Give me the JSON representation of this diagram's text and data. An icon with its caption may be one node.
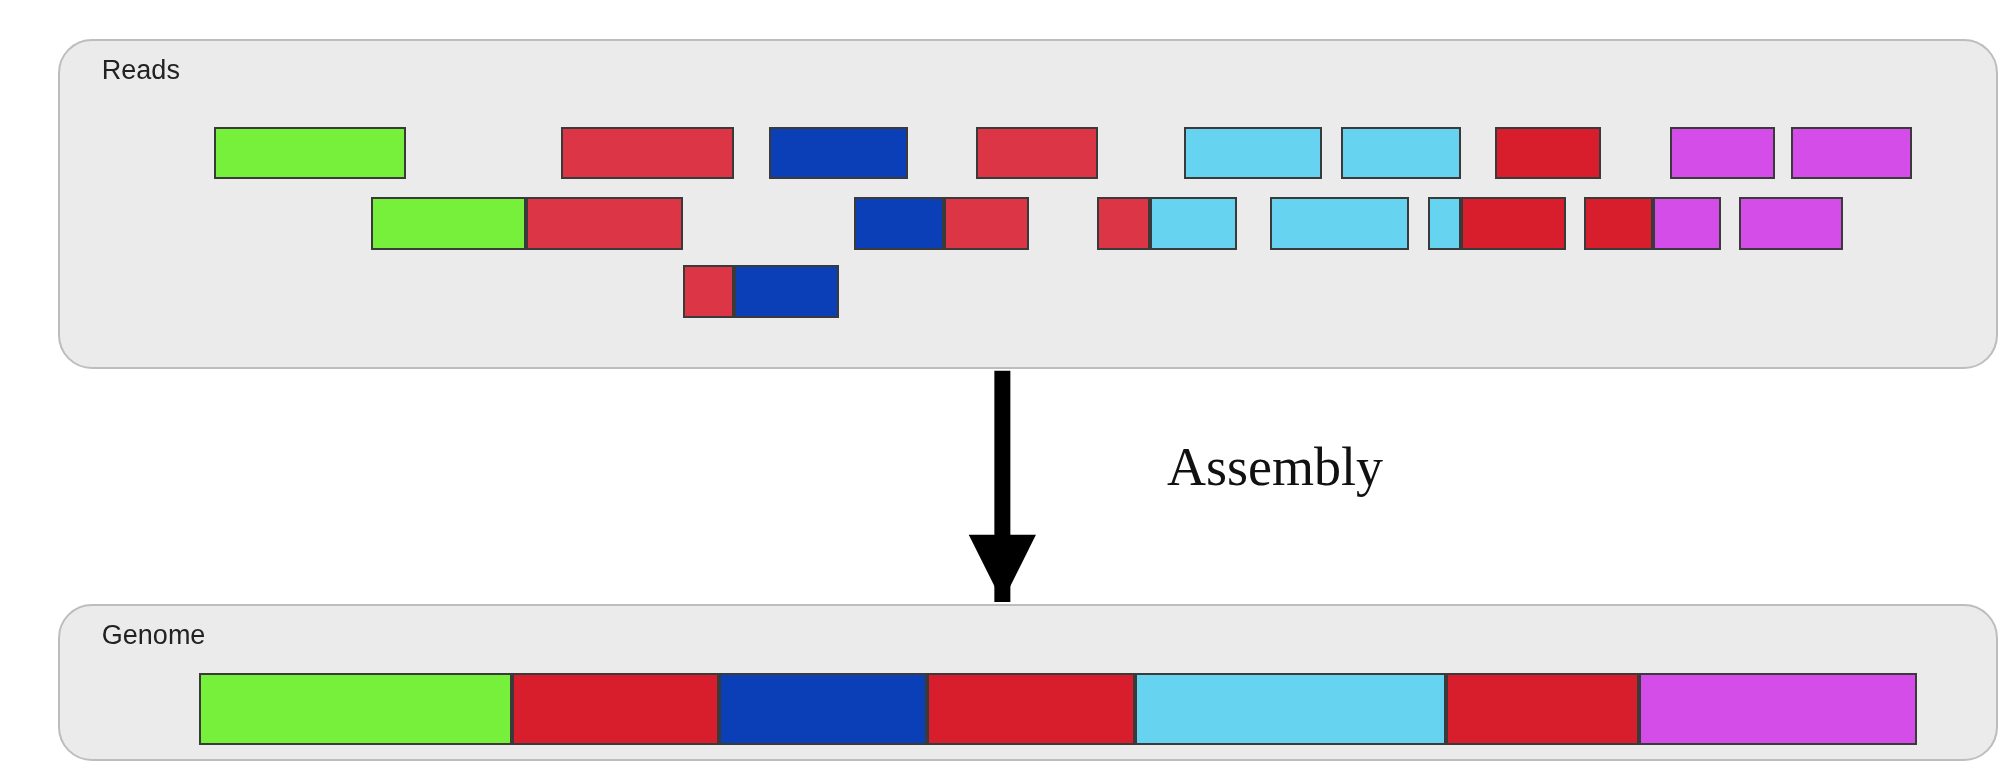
{
  "diagram": {
    "nodes": [
      {
        "text": [
          "Reads"
        ]
      },
      {
        "text": [
          "Genome"
        ]
      }
    ],
    "edges": [
      {
        "from": 0,
        "to": 1,
        "arrow": "to",
        "label": "Assembly"
      }
    ]
  }
}
